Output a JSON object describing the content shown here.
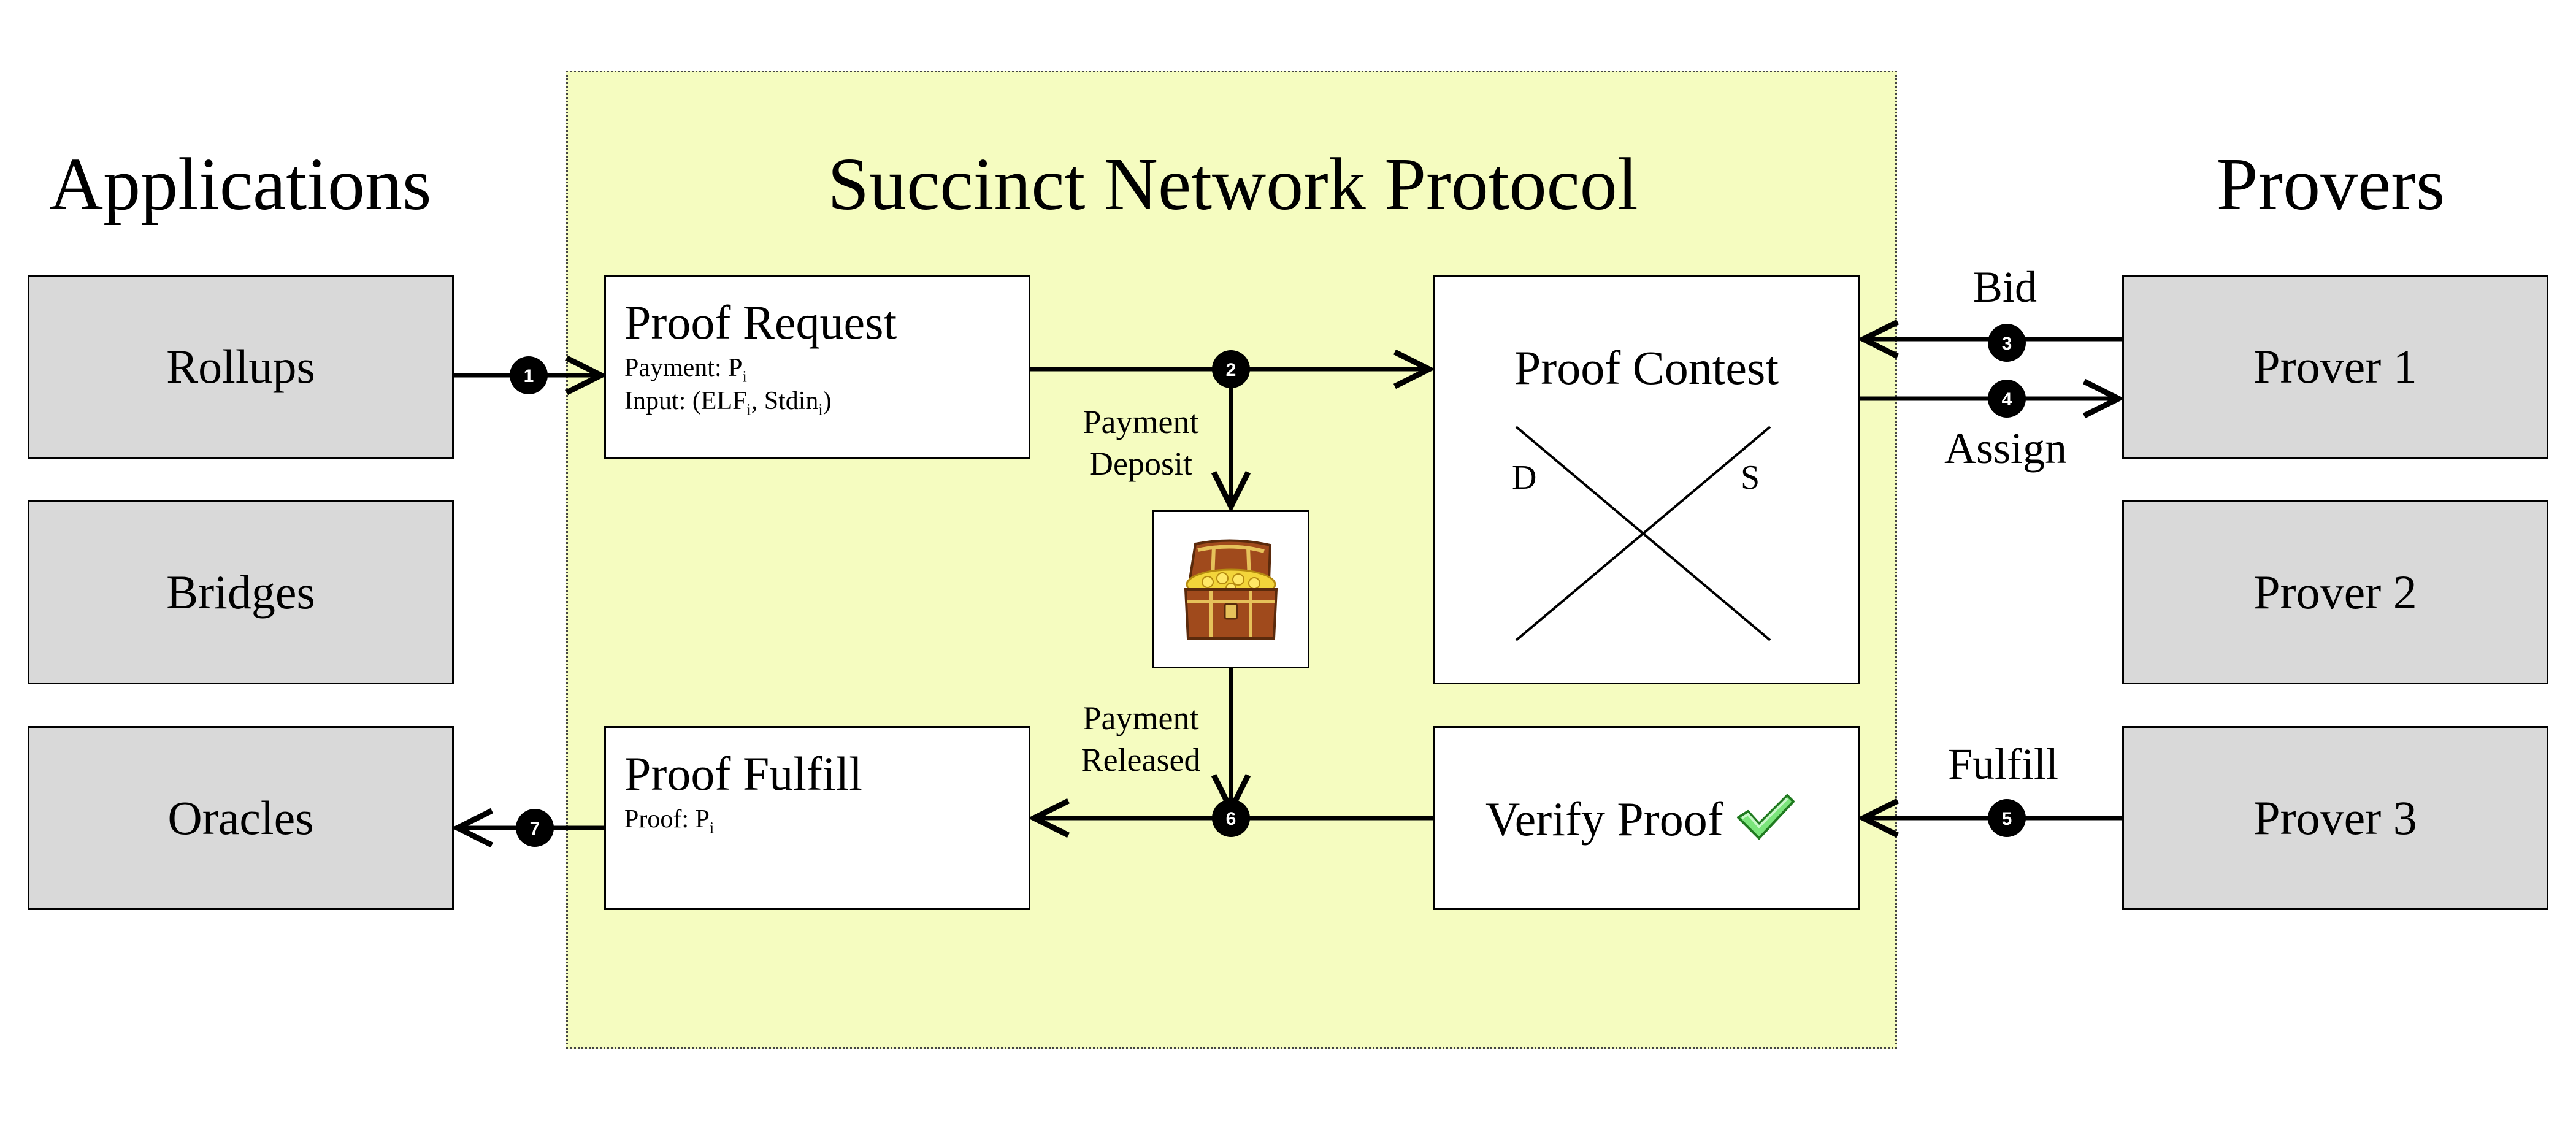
{
  "headings": {
    "applications": "Applications",
    "protocol": "Succinct Network Protocol",
    "provers": "Provers"
  },
  "applications": [
    "Rollups",
    "Bridges",
    "Oracles"
  ],
  "provers": [
    "Prover 1",
    "Prover 2",
    "Prover 3"
  ],
  "proof_request": {
    "title": "Proof Request",
    "payment_prefix": "Payment: P",
    "payment_sub": "i",
    "input_prefix": "Input: (ELF",
    "input_sub1": "i",
    "input_mid": ", Stdin",
    "input_sub2": "i",
    "input_suffix": ")"
  },
  "proof_fulfill": {
    "title": "Proof Fulfill",
    "proof_prefix": "Proof: P",
    "proof_sub": "i"
  },
  "proof_contest": {
    "title": "Proof Contest",
    "left_label": "D",
    "right_label": "S"
  },
  "verify_proof": {
    "title": "Verify Proof"
  },
  "flow_labels": {
    "payment_deposit_1": "Payment",
    "payment_deposit_2": "Deposit",
    "payment_released_1": "Payment",
    "payment_released_2": "Released",
    "bid": "Bid",
    "assign": "Assign",
    "fulfill": "Fulfill"
  },
  "steps": [
    "1",
    "2",
    "3",
    "4",
    "5",
    "6",
    "7"
  ],
  "icons": [
    "treasure-chest-icon",
    "checkmark-icon"
  ],
  "colors": {
    "protocol_bg": "#f5fcc0",
    "box_gray": "#d9d9d9",
    "check_green": "#6fdc6f"
  }
}
